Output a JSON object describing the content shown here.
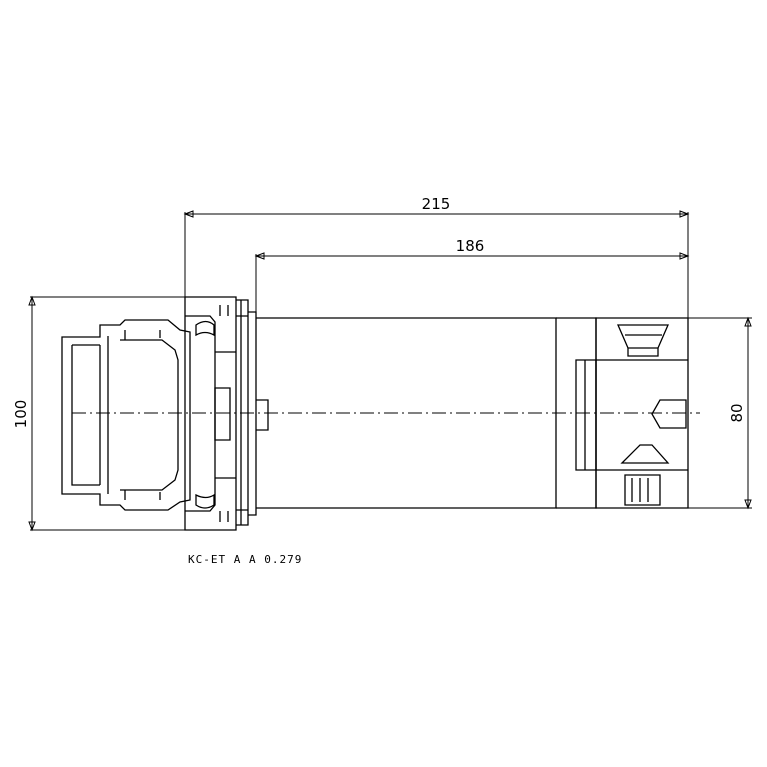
{
  "dimensions": {
    "overall_length": "215",
    "body_length": "186",
    "flange_diameter": "100",
    "head_diameter": "80"
  },
  "part_note": "KC-ET A A 0.279",
  "colors": {
    "line": "#000000",
    "background": "#ffffff"
  }
}
